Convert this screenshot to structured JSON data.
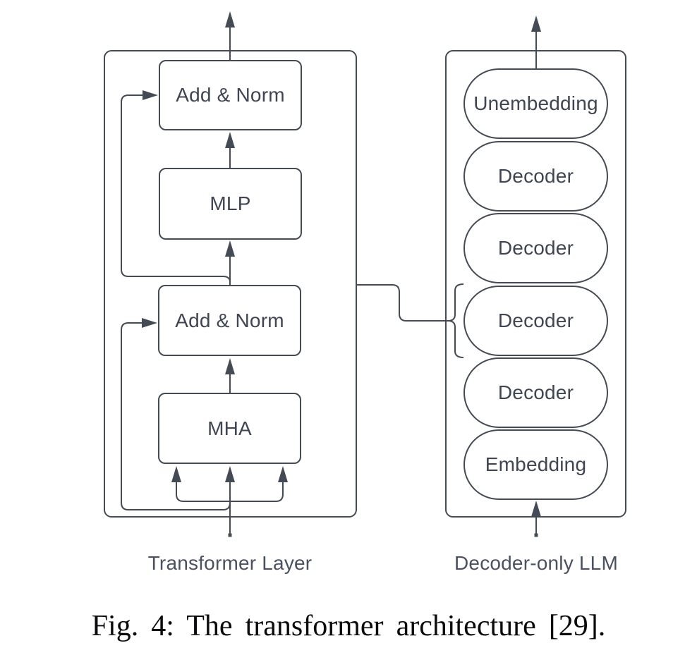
{
  "figure": {
    "caption": "Fig. 4: The transformer architecture [29].",
    "left": {
      "label": "Transformer Layer",
      "nodes": [
        {
          "label": "Add & Norm"
        },
        {
          "label": "MLP"
        },
        {
          "label": "Add & Norm"
        },
        {
          "label": "MHA"
        }
      ]
    },
    "right": {
      "label": "Decoder-only LLM",
      "nodes": [
        {
          "label": "Unembedding"
        },
        {
          "label": "Decoder"
        },
        {
          "label": "Decoder"
        },
        {
          "label": "Decoder"
        },
        {
          "label": "Decoder"
        },
        {
          "label": "Embedding"
        }
      ]
    },
    "colors": {
      "stroke": "#444b54",
      "node_text": "#3f4652",
      "label_text": "#4a5261",
      "caption_text": "#0b0b0d"
    }
  }
}
